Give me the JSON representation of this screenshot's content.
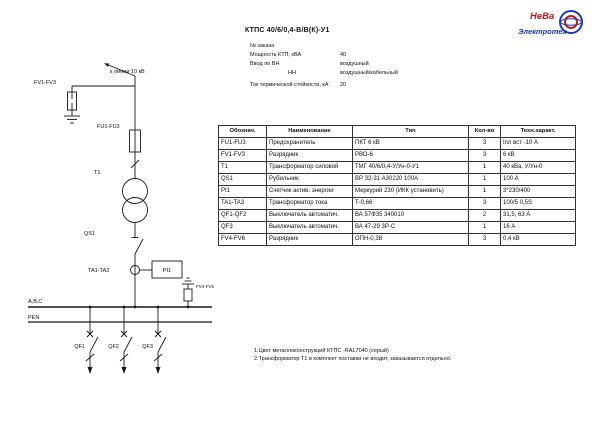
{
  "title": "КТПС 40/6/0,4-В/В(К)-У1",
  "theme": {
    "logo-red": "#c41a1f",
    "logo-blue": "#1c3bb8",
    "line": "#1a1a1a"
  },
  "logo": {
    "line1": "НеВа",
    "line2": "Электротех"
  },
  "specs": {
    "rows": [
      {
        "label": "№ заказа",
        "value": ""
      },
      {
        "label": "Мощность КТП, кВА",
        "value": "40"
      },
      {
        "label": "Ввод по  ВН",
        "value": "воздушный"
      },
      {
        "label": "НН",
        "value": "воздушный/кабельный"
      },
      {
        "label": "Ток термической стойкости, кА",
        "value": "20"
      }
    ]
  },
  "diagram": {
    "line_label": "к линии 10 кВ",
    "fv13": "FV1-FV3",
    "fu13": "FU1-FU3",
    "t1": "T1",
    "qs1": "QS1",
    "ta13": "TA1-TA3",
    "pi1": "PI1",
    "fv46": "FV4-FV6",
    "bus_abc": "A,B,C",
    "bus_pen": "PEN",
    "qf1": "QF1",
    "qf2": "QF2",
    "qf3": "QF3"
  },
  "table": {
    "headers": [
      "Обознач.",
      "Наименование",
      "Тип",
      "Кол-во",
      "Техн.характ."
    ],
    "rows": [
      [
        "FU1-FU3",
        "Предохранитель",
        "ПКТ 6 кВ",
        "3",
        "Iпл вст -10 А"
      ],
      [
        "FV1-FV3",
        "Разрядник",
        "РВО-6",
        "3",
        "6 кВ"
      ],
      [
        "T1",
        "Трансформатор силовой",
        "ТМГ 40/6/0,4-У/Ун-0-У1",
        "1",
        "40 кВа, У/Ун-0"
      ],
      [
        "QS1",
        "Рубильник",
        "ВР 32-31  А30220  100А",
        "1",
        "100 А"
      ],
      [
        "PI1",
        "Счетчик актив. энергии",
        "Меркурий 230 (ИКК установить)",
        "1",
        "3*230/400"
      ],
      [
        "TA1-TA3",
        "Трансформатор тока",
        "Т-0,66",
        "3",
        "100/5 0,5S"
      ],
      [
        "QF1-QF2",
        "Выключатель автоматич.",
        "ВА 57Ф35 340010",
        "2",
        "31,5, 63 А"
      ],
      [
        "QF3",
        "Выключатель автоматич.",
        "ВА 47-29 3Р-С",
        "1",
        "16 А"
      ],
      [
        "FV4-FV6",
        "Разрядник",
        "ОПН-0,38",
        "3",
        "0,4 кВ"
      ]
    ]
  },
  "notes": [
    "1.Цвет металлоконструкций КТПС -RAL7040 (серый)",
    "2.Трансформатор Т1 в комплект поставки не входит, заказывается отдельно."
  ]
}
